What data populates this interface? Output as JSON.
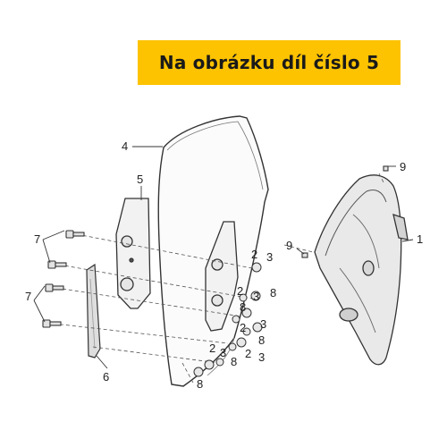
{
  "banner": {
    "text": "Na obrázku díl číslo 5",
    "color": "#fdc300"
  },
  "callouts": {
    "c1": "1",
    "c4": "4",
    "c5": "5",
    "c6": "6",
    "c7a": "7",
    "c7b": "7",
    "c9a": "9",
    "c9b": "9",
    "r1_2": "2",
    "r1_3": "3",
    "r2_2": "2",
    "r2_3": "3",
    "r2_8": "8",
    "r3_8": "8",
    "r4_2": "2",
    "r4_3": "3",
    "r4_8": "8",
    "r5_2": "2",
    "r5_3": "3",
    "r5_8": "8",
    "r6_8": "8"
  },
  "icons": [
    "windscreen",
    "side-bracket",
    "spacer-strip",
    "fairing",
    "screw",
    "washer",
    "nut"
  ]
}
